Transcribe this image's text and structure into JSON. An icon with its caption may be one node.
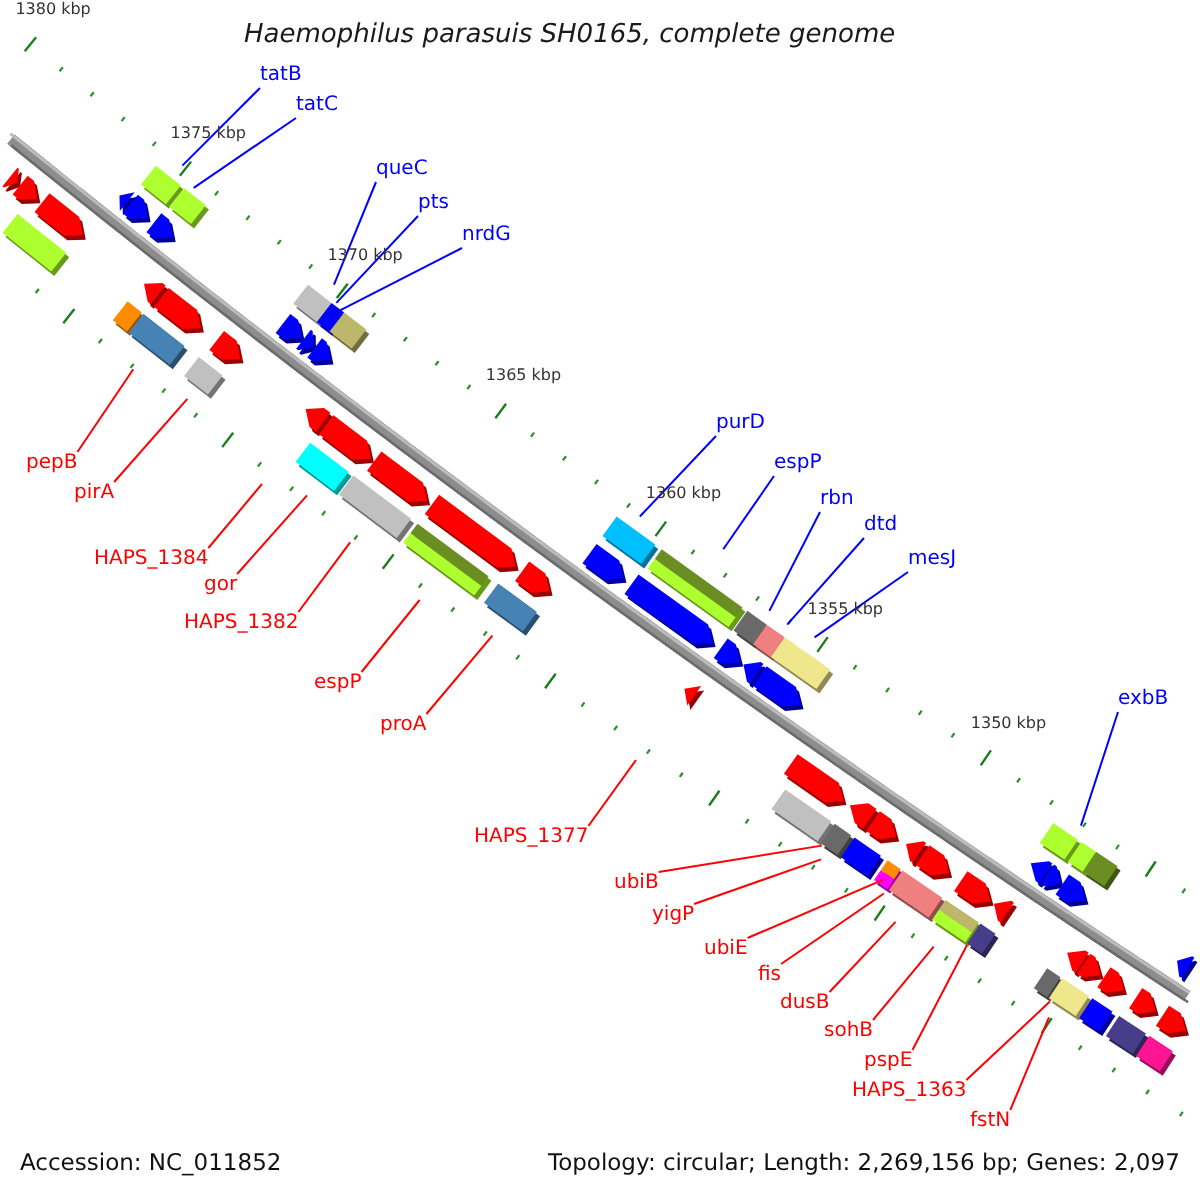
{
  "diagram": {
    "title": "Haemophilus parasuis SH0165, complete genome",
    "nodes": [
      {
        "text": [
          "tatB"
        ]
      },
      {
        "text": [
          "tatC"
        ]
      },
      {
        "text": [
          "queC"
        ]
      },
      {
        "text": [
          "pts"
        ]
      },
      {
        "text": [
          "nrdG"
        ]
      },
      {
        "text": [
          "purD"
        ]
      },
      {
        "text": [
          "espP"
        ]
      },
      {
        "text": [
          "rbn"
        ]
      },
      {
        "text": [
          "dtd"
        ]
      },
      {
        "text": [
          "mesJ"
        ]
      },
      {
        "text": [
          "exbB"
        ]
      },
      {
        "text": [
          "pepB"
        ]
      },
      {
        "text": [
          "pirA"
        ]
      },
      {
        "text": [
          "HAPS_1384"
        ]
      },
      {
        "text": [
          "gor"
        ]
      },
      {
        "text": [
          "HAPS_1382"
        ]
      },
      {
        "text": [
          "espP"
        ]
      },
      {
        "text": [
          "proA"
        ]
      },
      {
        "text": [
          "HAPS_1377"
        ]
      },
      {
        "text": [
          "ubiB"
        ]
      },
      {
        "text": [
          "yigP"
        ]
      },
      {
        "text": [
          "ubiE"
        ]
      },
      {
        "text": [
          "fis"
        ]
      },
      {
        "text": [
          "dusB"
        ]
      },
      {
        "text": [
          "sohB"
        ]
      },
      {
        "text": [
          "pspE"
        ]
      },
      {
        "text": [
          "HAPS_1363"
        ]
      },
      {
        "text": [
          "fstN"
        ]
      },
      {
        "text": [],
        "shape": "triangle"
      },
      {
        "text": [],
        "shape": "pentagon"
      },
      {
        "text": [],
        "shape": "pentagon"
      },
      {
        "text": [],
        "shape": "pentagon"
      },
      {
        "text": [],
        "shape": "pentagon"
      },
      {
        "text": [],
        "shape": "pentagon"
      },
      {
        "text": [],
        "shape": "pentagon"
      },
      {
        "text": [],
        "shape": "pentagon"
      },
      {
        "text": [],
        "shape": "pentagon"
      },
      {
        "text": [],
        "shape": "pentagon"
      },
      {
        "text": [],
        "shape": "pentagon"
      },
      {
        "text": [],
        "shape": "pentagon"
      },
      {
        "text": [],
        "shape": "pentagon"
      },
      {
        "text": [],
        "shape": "pentagon"
      },
      {
        "text": [],
        "shape": "pentagon"
      },
      {
        "text": [],
        "shape": "box"
      },
      {
        "text": [],
        "shape": "box"
      },
      {
        "text": [],
        "shape": "box"
      },
      {
        "text": [],
        "shape": "box"
      },
      {
        "text": [],
        "shape": "box"
      },
      {
        "text": [],
        "shape": "box"
      },
      {
        "text": [],
        "shape": "box"
      },
      {
        "text": [],
        "shape": "box"
      },
      {
        "text": [],
        "shape": "box"
      },
      {
        "text": [],
        "shape": "box"
      },
      {
        "text": [],
        "shape": "box"
      },
      {
        "text": [],
        "shape": "box"
      },
      {
        "text": [],
        "shape": "box"
      },
      {
        "text": [],
        "shape": "pentagon"
      },
      {
        "text": [],
        "shape": "pentagon"
      },
      {
        "text": [],
        "shape": "pentagon"
      },
      {
        "text": [],
        "shape": "pentagon"
      },
      {
        "text": [],
        "shape": "pentagon"
      },
      {
        "text": [],
        "shape": "pentagon"
      },
      {
        "text": [],
        "shape": "pentagon"
      },
      {
        "text": [],
        "shape": "pentagon"
      },
      {
        "text": [],
        "shape": "pentagon"
      },
      {
        "text": [],
        "shape": "pentagon"
      },
      {
        "text": [],
        "shape": "pentagon"
      },
      {
        "text": [],
        "shape": "triangle"
      },
      {
        "text": [],
        "shape": "pentagon"
      },
      {
        "text": [],
        "shape": "pentagon"
      },
      {
        "text": [],
        "shape": "pentagon"
      },
      {
        "text": [],
        "shape": "pentagon"
      },
      {
        "text": [],
        "shape": "pentagon"
      },
      {
        "text": [],
        "shape": "pentagon"
      },
      {
        "text": [],
        "shape": "pentagon"
      },
      {
        "text": [],
        "shape": "pentagon"
      },
      {
        "text": [],
        "shape": "pentagon"
      },
      {
        "text": [],
        "shape": "pentagon"
      },
      {
        "text": [],
        "shape": "pentagon"
      },
      {
        "text": [],
        "shape": "pentagon"
      },
      {
        "text": [],
        "shape": "box"
      },
      {
        "text": [],
        "shape": "box"
      },
      {
        "text": [],
        "shape": "box"
      },
      {
        "text": [],
        "shape": "box"
      },
      {
        "text": [],
        "shape": "box"
      },
      {
        "text": [],
        "shape": "box"
      },
      {
        "text": [],
        "shape": "box"
      },
      {
        "text": [],
        "shape": "box"
      },
      {
        "text": [],
        "shape": "box"
      },
      {
        "text": [],
        "shape": "box"
      },
      {
        "text": [],
        "shape": "box"
      },
      {
        "text": [],
        "shape": "box"
      },
      {
        "text": [],
        "shape": "box"
      },
      {
        "text": [],
        "shape": "box"
      },
      {
        "text": [],
        "shape": "box"
      },
      {
        "text": [],
        "shape": "box"
      },
      {
        "text": [],
        "shape": "box"
      },
      {
        "text": [],
        "shape": "box"
      },
      {
        "text": [],
        "shape": "box"
      },
      {
        "text": [],
        "shape": "box"
      }
    ],
    "edges": [
      {
        "from": 0,
        "to": 43,
        "arrow": "none",
        "color": "#0000ff"
      },
      {
        "from": 1,
        "to": 44,
        "arrow": "none",
        "color": "#0000ff"
      },
      {
        "from": 2,
        "to": 45,
        "arrow": "none",
        "color": "#0000ff"
      },
      {
        "from": 3,
        "to": 46,
        "arrow": "none",
        "color": "#0000ff"
      },
      {
        "from": 4,
        "to": 47,
        "arrow": "none",
        "color": "#0000ff"
      },
      {
        "from": 5,
        "to": 48,
        "arrow": "none",
        "color": "#0000ff"
      },
      {
        "from": 6,
        "to": 49,
        "arrow": "none",
        "color": "#0000ff"
      },
      {
        "from": 7,
        "to": 50,
        "arrow": "none",
        "color": "#0000ff"
      },
      {
        "from": 8,
        "to": 51,
        "arrow": "none",
        "color": "#0000ff"
      },
      {
        "from": 9,
        "to": 52,
        "arrow": "none",
        "color": "#0000ff"
      },
      {
        "from": 10,
        "to": 53,
        "arrow": "none",
        "color": "#0000ff"
      },
      {
        "from": 11,
        "to": 82,
        "arrow": "none"
      },
      {
        "from": 12,
        "to": 83,
        "arrow": "none"
      },
      {
        "from": 13,
        "to": null,
        "arrow": "none"
      },
      {
        "from": 14,
        "to": 84,
        "arrow": "none"
      },
      {
        "from": 15,
        "to": 85,
        "arrow": "none"
      },
      {
        "from": 16,
        "to": 86,
        "arrow": "none"
      },
      {
        "from": 17,
        "to": 87,
        "arrow": "none"
      },
      {
        "from": 18,
        "to": null,
        "arrow": "none"
      },
      {
        "from": 19,
        "to": 88,
        "arrow": "none"
      },
      {
        "from": 20,
        "to": 89,
        "arrow": "none"
      },
      {
        "from": 21,
        "to": 90,
        "arrow": "none"
      },
      {
        "from": 22,
        "to": 91,
        "arrow": "none"
      },
      {
        "from": 23,
        "to": 92,
        "arrow": "none"
      },
      {
        "from": 24,
        "to": 93,
        "arrow": "none"
      },
      {
        "from": 25,
        "to": 94,
        "arrow": "none"
      },
      {
        "from": 26,
        "to": 95,
        "arrow": "none"
      },
      {
        "from": 27,
        "to": 96,
        "arrow": "none"
      }
    ],
    "labels": [
      "1380 kbp",
      "1375 kbp",
      "1370 kbp",
      "1365 kbp",
      "1360 kbp",
      "1355 kbp",
      "1350 kbp",
      "Accession: NC_011852",
      "Topology: circular; Length: 2,269,156 bp; Genes: 2,097"
    ]
  }
}
